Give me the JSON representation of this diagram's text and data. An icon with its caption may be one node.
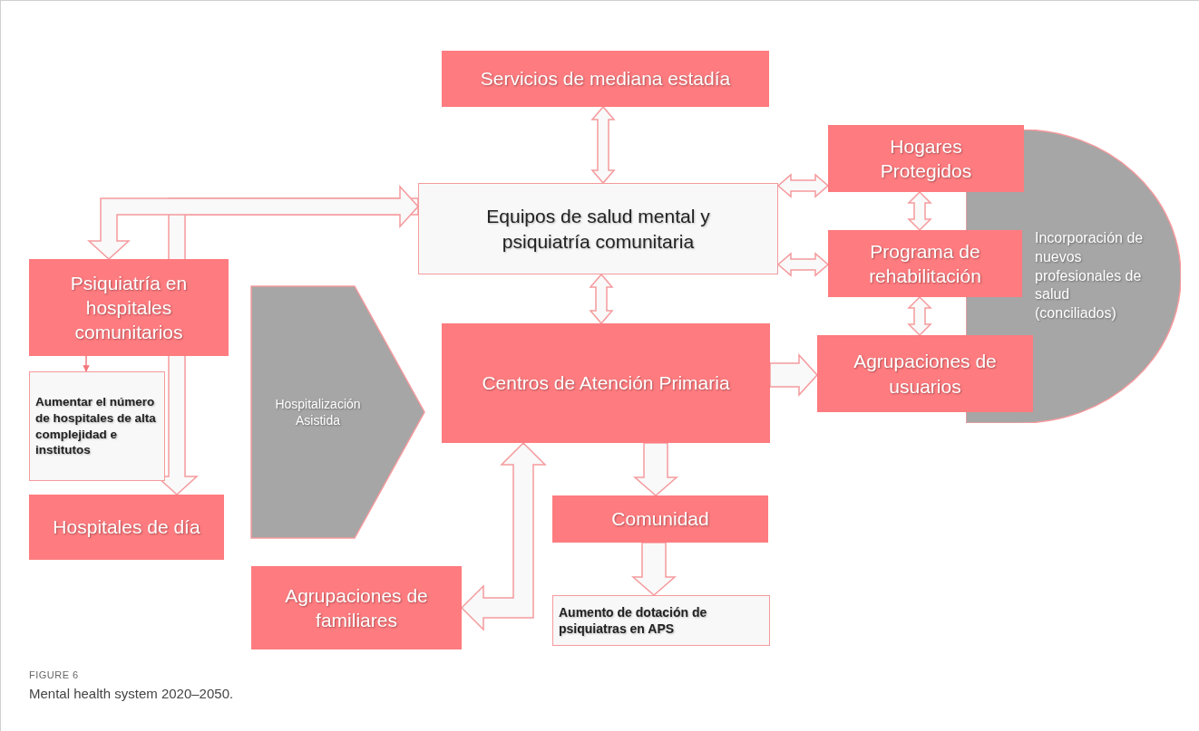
{
  "diagram": {
    "caption": "Mental health system 2020–2050.",
    "nodes": [
      {
        "text": [
          "Servicios de mediana estadía"
        ]
      },
      {
        "text": [
          "Equipos de salud mental y psiquiatría comunitaria"
        ]
      },
      {
        "text": [
          "Hogares Protegidos"
        ]
      },
      {
        "text": [
          "Programa de rehabilitación"
        ]
      },
      {
        "text": [
          "Agrupaciones de usuarios"
        ]
      },
      {
        "text": [
          "Incorporación de nuevos profesionales de salud (conciliados)"
        ]
      },
      {
        "text": [
          "Psiquiatría en hospitales comunitarios"
        ]
      },
      {
        "text": [
          "Aumentar el número de hospitales de alta complejidad e institutos"
        ]
      },
      {
        "text": [
          "Hospitales de día"
        ]
      },
      {
        "text": [
          "Hospitalización Asistida"
        ]
      },
      {
        "text": [
          "Centros de Atención Primaria"
        ]
      },
      {
        "text": [
          "Comunidad"
        ]
      },
      {
        "text": [
          "Aumento de dotación de psiquiatras en APS"
        ]
      },
      {
        "text": [
          "Agrupaciones de familiares"
        ]
      }
    ],
    "edges": [
      {
        "from": 0,
        "to": 1,
        "arrow": "both"
      },
      {
        "from": 1,
        "to": 2,
        "arrow": "both"
      },
      {
        "from": 1,
        "to": 3,
        "arrow": "both"
      },
      {
        "from": 2,
        "to": 3,
        "arrow": "both"
      },
      {
        "from": 3,
        "to": 4,
        "arrow": "both"
      },
      {
        "from": 1,
        "to": 10,
        "arrow": "both"
      },
      {
        "from": 10,
        "to": 4,
        "arrow": "to"
      },
      {
        "from": 10,
        "to": 11,
        "arrow": "to"
      },
      {
        "from": 11,
        "to": 12,
        "arrow": "to"
      },
      {
        "from": 13,
        "to": 10,
        "arrow": "both"
      },
      {
        "from": 1,
        "to": 8,
        "arrow": "to"
      },
      {
        "from": 6,
        "to": 1,
        "arrow": "both"
      },
      {
        "from": 6,
        "to": 7,
        "arrow": "to",
        "color": "#f4777c"
      }
    ],
    "labels": [
      "FIGURE 6"
    ]
  }
}
